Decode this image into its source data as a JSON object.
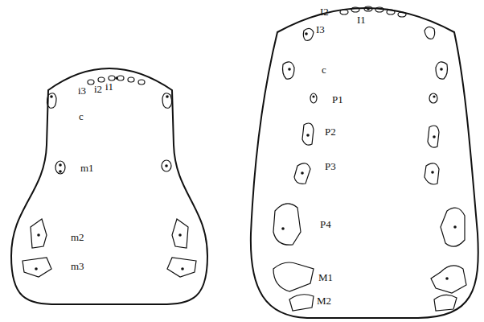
{
  "diagram": {
    "labels": [
      "i3",
      "i2",
      "i1",
      "c",
      "m1",
      "m2",
      "m3",
      "I2",
      "I1",
      "I3",
      "c",
      "P1",
      "P2",
      "P3",
      "P4",
      "M1",
      "M2"
    ]
  }
}
